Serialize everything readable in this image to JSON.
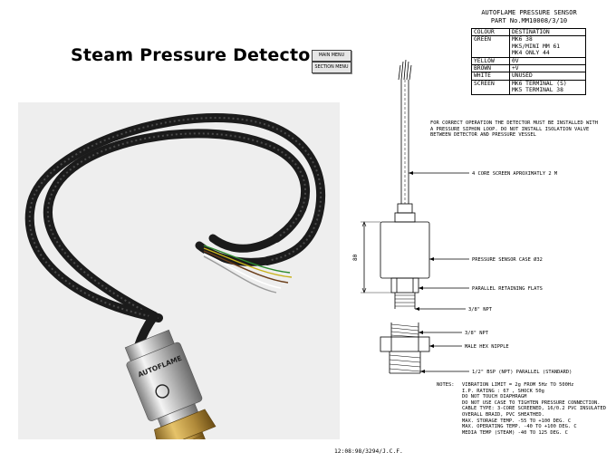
{
  "page_title": "Steam Pressure Detector",
  "nav": {
    "main_menu": "MAIN MENU",
    "section_menu": "SECTION MENU"
  },
  "photo": {
    "brand_text": "AUTOFLAME"
  },
  "sheet_header": {
    "line1": "AUTOFLAME PRESSURE SENSOR",
    "line2": "PART No.MM10008/3/10"
  },
  "wire_table": {
    "headers": [
      "COLOUR",
      "DESTINATION"
    ],
    "rows": [
      {
        "colour": "GREEN",
        "destination": [
          "MK6 38",
          "MK5/MINI MM 61",
          "MK4 ONLY 44"
        ]
      },
      {
        "colour": "YELLOW",
        "destination": [
          "0V"
        ]
      },
      {
        "colour": "BROWN",
        "destination": [
          "+V"
        ]
      },
      {
        "colour": "WHITE",
        "destination": [
          "UNUSED"
        ]
      },
      {
        "colour": "SCREEN",
        "destination": [
          "MK6 TERMINAL (S)",
          "MK5 TERMINAL 38"
        ]
      }
    ]
  },
  "install_note": [
    "FOR CORRECT OPERATION THE DETECTOR MUST BE INSTALLED WITH",
    "A PRESSURE SIPHON LOOP. DO NOT INSTALL ISOLATION VALVE",
    "BETWEEN DETECTOR AND PRESSURE VESSEL"
  ],
  "drawing_labels": {
    "cable": "4 CORE SCREEN APROXIMATLY 2 M",
    "case": "PRESSURE SENSOR CASE Ø32",
    "flats": "PARALLEL RETAINING FLATS",
    "npt_top": "3/8\" NPT",
    "npt_nipple": "3/8\" NPT",
    "hex": "MALE HEX NIPPLE",
    "bsp": "1/2\" BSP (NPT) PARALLEL (STANDARD)",
    "dim_height": "80"
  },
  "notes": {
    "label": "NOTES:",
    "lines": [
      "VIBRATION LIMIT = 2g FROM 5Hz TO 500Hz",
      "I.P. RATING : 67 , SHOCK 50g",
      "DO NOT TOUCH DIAPHRAGM",
      "DO NOT USE CASE TO TIGHTEN PRESSURE CONNECTION.",
      "CABLE TYPE: 3-CORE SCREENED, 16/0.2 PVC INSULATED",
      "OVERALL BRAID, PVC SHEATHED.",
      "MAX. STORAGE TEMP. -55 TO +100 DEG. C",
      "MAX. OPERATING TEMP. -40 TO +100 DEG. C",
      "MEDIA TEMP (STEAM) -40 TO 125 DEG. C"
    ]
  },
  "footer": "12:08:98/3294/J.C.F."
}
